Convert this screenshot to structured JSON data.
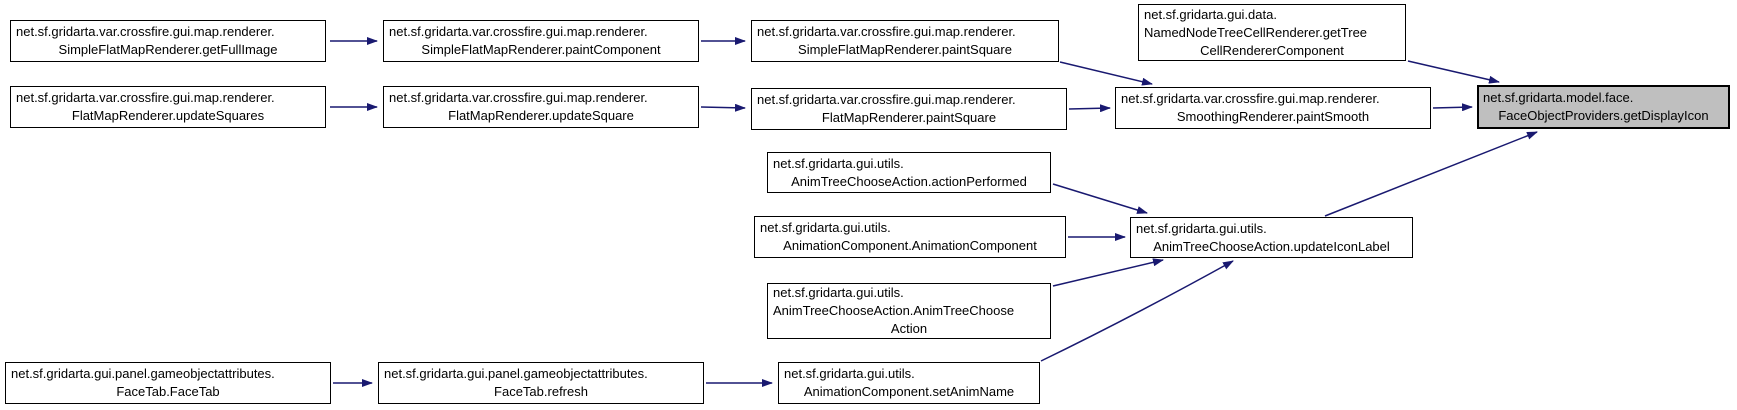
{
  "diagram": {
    "kind": "doxygen-caller-graph",
    "colors": {
      "background": "#ffffff",
      "edge": "#191970",
      "node_border": "#000000",
      "node_fill": "#ffffff",
      "highlight_fill": "#bfbfbf",
      "text": "#000000"
    },
    "nodes": {
      "getFullImage": {
        "lines": [
          "net.sf.gridarta.var.crossfire.gui.map.renderer.",
          "SimpleFlatMapRenderer.getFullImage"
        ]
      },
      "paintComponent": {
        "lines": [
          "net.sf.gridarta.var.crossfire.gui.map.renderer.",
          "SimpleFlatMapRenderer.paintComponent"
        ]
      },
      "simplePaintSquare": {
        "lines": [
          "net.sf.gridarta.var.crossfire.gui.map.renderer.",
          "SimpleFlatMapRenderer.paintSquare"
        ]
      },
      "getTreeCellRendererComponent": {
        "lines": [
          "net.sf.gridarta.gui.data.",
          "NamedNodeTreeCellRenderer.getTree",
          "CellRendererComponent"
        ]
      },
      "updateSquares": {
        "lines": [
          "net.sf.gridarta.var.crossfire.gui.map.renderer.",
          "FlatMapRenderer.updateSquares"
        ]
      },
      "updateSquare": {
        "lines": [
          "net.sf.gridarta.var.crossfire.gui.map.renderer.",
          "FlatMapRenderer.updateSquare"
        ]
      },
      "flatPaintSquare": {
        "lines": [
          "net.sf.gridarta.var.crossfire.gui.map.renderer.",
          "FlatMapRenderer.paintSquare"
        ]
      },
      "paintSmooth": {
        "lines": [
          "net.sf.gridarta.var.crossfire.gui.map.renderer.",
          "SmoothingRenderer.paintSmooth"
        ]
      },
      "getDisplayIcon": {
        "lines": [
          "net.sf.gridarta.model.face.",
          "FaceObjectProviders.getDisplayIcon"
        ],
        "highlighted": true
      },
      "actionPerformed": {
        "lines": [
          "net.sf.gridarta.gui.utils.",
          "AnimTreeChooseAction.actionPerformed"
        ]
      },
      "animationComponentCtor": {
        "lines": [
          "net.sf.gridarta.gui.utils.",
          "AnimationComponent.AnimationComponent"
        ]
      },
      "animTreeChooseActionCtor": {
        "lines": [
          "net.sf.gridarta.gui.utils.",
          "AnimTreeChooseAction.AnimTreeChoose",
          "Action"
        ]
      },
      "updateIconLabel": {
        "lines": [
          "net.sf.gridarta.gui.utils.",
          "AnimTreeChooseAction.updateIconLabel"
        ]
      },
      "faceTabCtor": {
        "lines": [
          "net.sf.gridarta.gui.panel.gameobjectattributes.",
          "FaceTab.FaceTab"
        ]
      },
      "refresh": {
        "lines": [
          "net.sf.gridarta.gui.panel.gameobjectattributes.",
          "FaceTab.refresh"
        ]
      },
      "setAnimName": {
        "lines": [
          "net.sf.gridarta.gui.utils.",
          "AnimationComponent.setAnimName"
        ]
      }
    },
    "edges": [
      {
        "from": "getFullImage",
        "to": "paintComponent"
      },
      {
        "from": "paintComponent",
        "to": "simplePaintSquare"
      },
      {
        "from": "simplePaintSquare",
        "to": "paintSmooth"
      },
      {
        "from": "updateSquares",
        "to": "updateSquare"
      },
      {
        "from": "updateSquare",
        "to": "flatPaintSquare"
      },
      {
        "from": "flatPaintSquare",
        "to": "paintSmooth"
      },
      {
        "from": "paintSmooth",
        "to": "getDisplayIcon"
      },
      {
        "from": "getTreeCellRendererComponent",
        "to": "getDisplayIcon"
      },
      {
        "from": "updateIconLabel",
        "to": "getDisplayIcon"
      },
      {
        "from": "actionPerformed",
        "to": "updateIconLabel"
      },
      {
        "from": "animationComponentCtor",
        "to": "updateIconLabel"
      },
      {
        "from": "animTreeChooseActionCtor",
        "to": "updateIconLabel"
      },
      {
        "from": "setAnimName",
        "to": "updateIconLabel"
      },
      {
        "from": "faceTabCtor",
        "to": "refresh"
      },
      {
        "from": "refresh",
        "to": "setAnimName"
      }
    ]
  }
}
